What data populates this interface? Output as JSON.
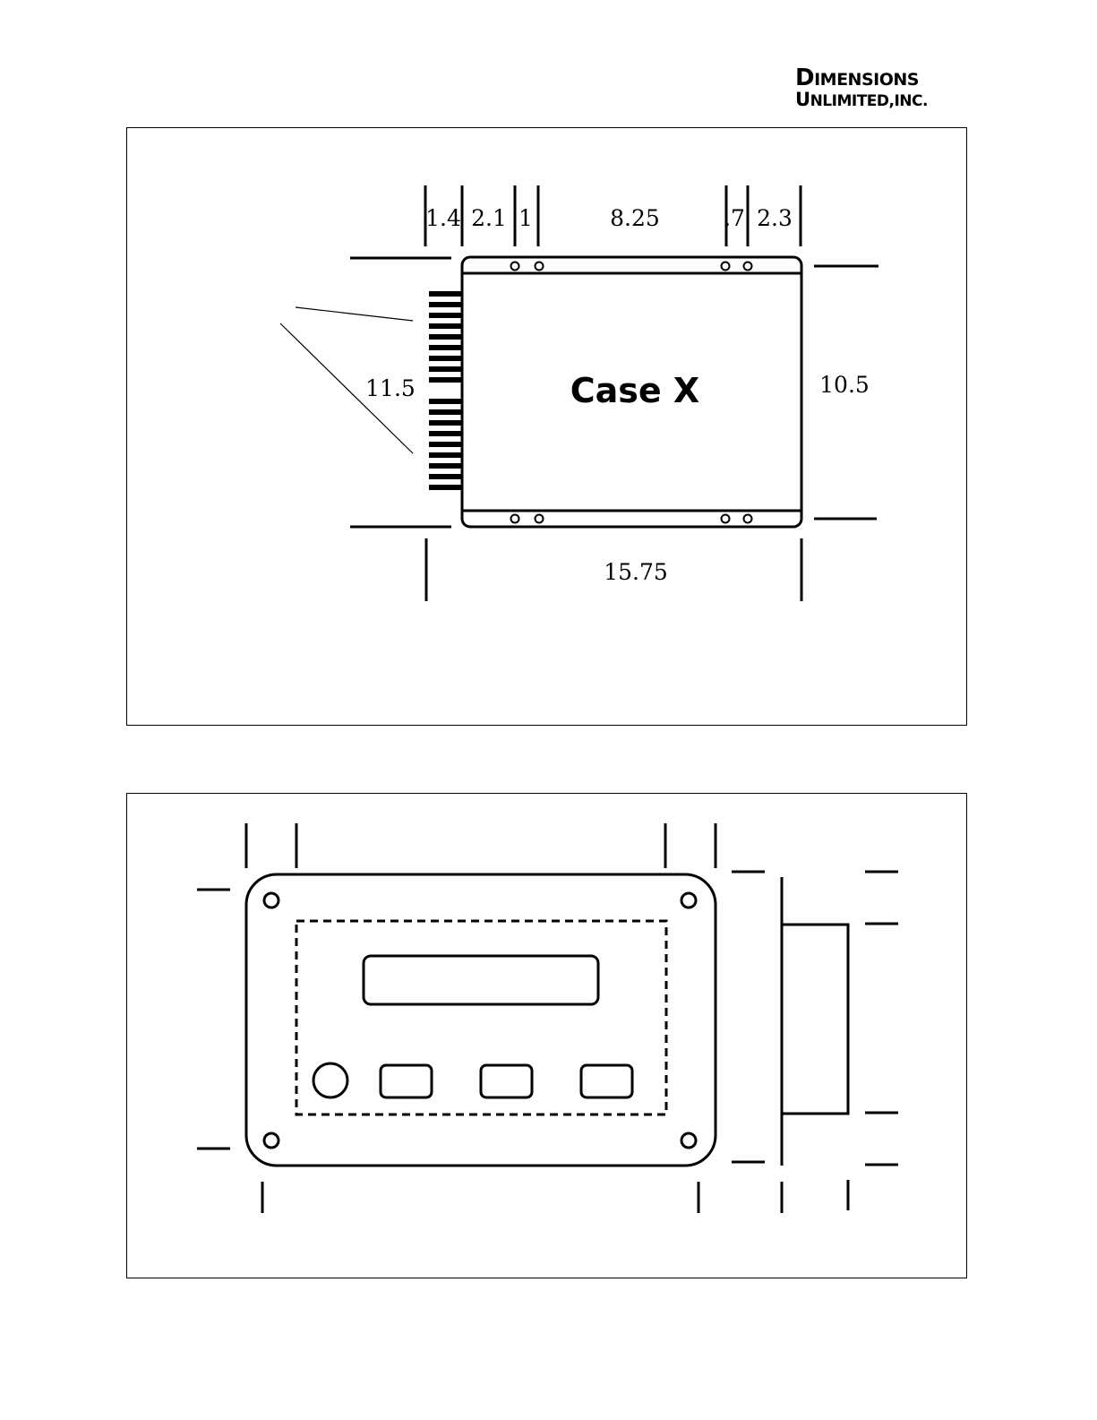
{
  "logo": {
    "line1_initial": "D",
    "line1_rest": "IMENSIONS",
    "line2_initial": "U",
    "line2_rest": "NLIMITED,INC."
  },
  "top_panel": {
    "case_label": "Case X",
    "dims_top": [
      "1.4",
      "2.1",
      "1",
      "8.25",
      ".7",
      "2.3"
    ],
    "dim_left": "11.5",
    "dim_right": "10.5",
    "dim_bottom": "15.75"
  }
}
